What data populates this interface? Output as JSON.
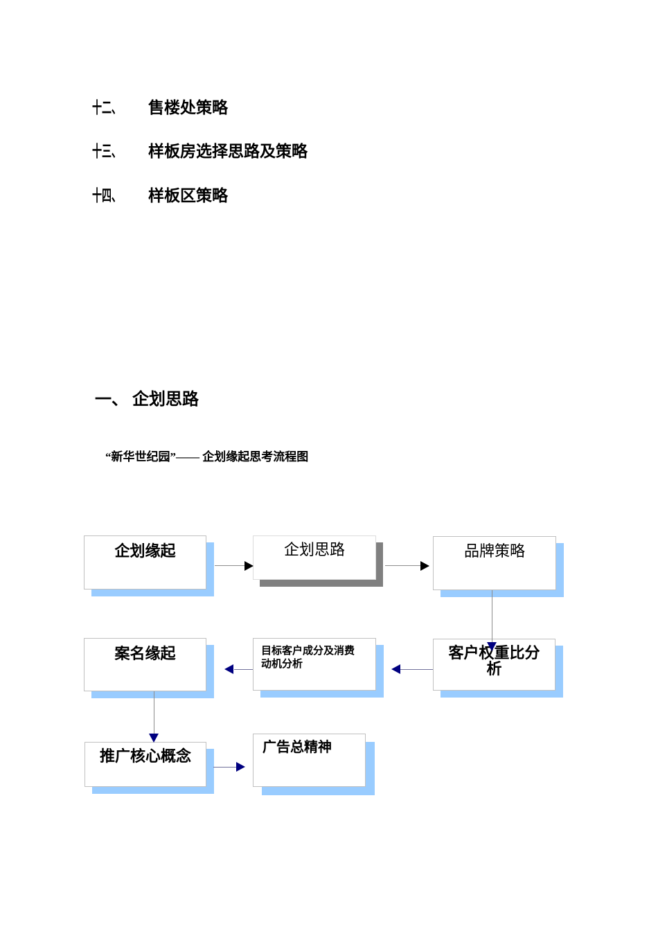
{
  "toc": {
    "items": [
      {
        "number": "十二、",
        "label": "售楼处策略"
      },
      {
        "number": "十三、",
        "label": "样板房选择思路及策略"
      },
      {
        "number": "十四、",
        "label": "样板区策略"
      }
    ]
  },
  "section": {
    "heading_number": "一、",
    "heading_label": "企划思路",
    "caption": "“新华世纪园”—— 企划缘起思考流程图"
  },
  "flowchart": {
    "nodes": [
      {
        "id": "A",
        "label": "企划缘起",
        "shadow": "blue"
      },
      {
        "id": "B",
        "label": "企划思路",
        "shadow": "gray"
      },
      {
        "id": "C",
        "label": "品牌策略",
        "shadow": "blue"
      },
      {
        "id": "D",
        "label": "案名缘起",
        "shadow": "blue"
      },
      {
        "id": "E",
        "label": "目标客户成分及消费\n动机分析",
        "shadow": "blue"
      },
      {
        "id": "F",
        "label": "客户权重比分\n析",
        "shadow": "blue"
      },
      {
        "id": "G",
        "label": "推广核心概念",
        "shadow": "blue"
      },
      {
        "id": "H",
        "label": "广告总精神",
        "shadow": "blue"
      }
    ],
    "edges": [
      {
        "from": "企划缘起",
        "to": "企划思路",
        "direction": "right",
        "arrow_color": "black"
      },
      {
        "from": "企划思路",
        "to": "品牌策略",
        "direction": "right",
        "arrow_color": "black"
      },
      {
        "from": "品牌策略",
        "to": "客户权重比分析",
        "direction": "down",
        "arrow_color": "navy"
      },
      {
        "from": "客户权重比分析",
        "to": "目标客户成分及消费动机分析",
        "direction": "left",
        "arrow_color": "navy"
      },
      {
        "from": "目标客户成分及消费动机分析",
        "to": "案名缘起",
        "direction": "left",
        "arrow_color": "navy"
      },
      {
        "from": "案名缘起",
        "to": "推广核心概念",
        "direction": "down",
        "arrow_color": "navy"
      },
      {
        "from": "推广核心概念",
        "to": "广告总精神",
        "direction": "right",
        "arrow_color": "navy"
      }
    ],
    "colors": {
      "shadow_blue": "#99CCFF",
      "shadow_gray": "#808080",
      "arrow_navy": "#000080",
      "arrow_black": "#000000",
      "line_gray": "#8c8c8c",
      "box_border": "#c0c0c0"
    }
  }
}
